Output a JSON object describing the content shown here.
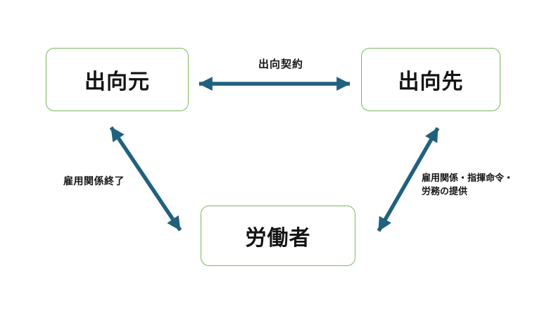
{
  "diagram": {
    "title": "",
    "background_color": "#ffffff",
    "colors": {
      "node_border": "#7CB65E",
      "node_fill": "#ffffff",
      "arrow": "#20617E",
      "text": "#151515"
    },
    "nodes": [
      {
        "id": "shukko-moto",
        "label": "出向元"
      },
      {
        "id": "shukko-saki",
        "label": "出向先"
      },
      {
        "id": "rodosha",
        "label": "労働者"
      }
    ],
    "edges": [
      {
        "id": "secondment-contract",
        "from": "shukko-moto",
        "to": "shukko-saki",
        "style": "double-headed-arrow",
        "label": "出向契約"
      },
      {
        "id": "employment-end",
        "from": "shukko-moto",
        "to": "rodosha",
        "style": "double-headed-arrow",
        "label": "雇用関係終了"
      },
      {
        "id": "employment-relation",
        "from": "shukko-saki",
        "to": "rodosha",
        "style": "double-headed-arrow",
        "label_line1": "雇用関係・指揮命令・",
        "label_line2": "労務の提供"
      }
    ]
  }
}
